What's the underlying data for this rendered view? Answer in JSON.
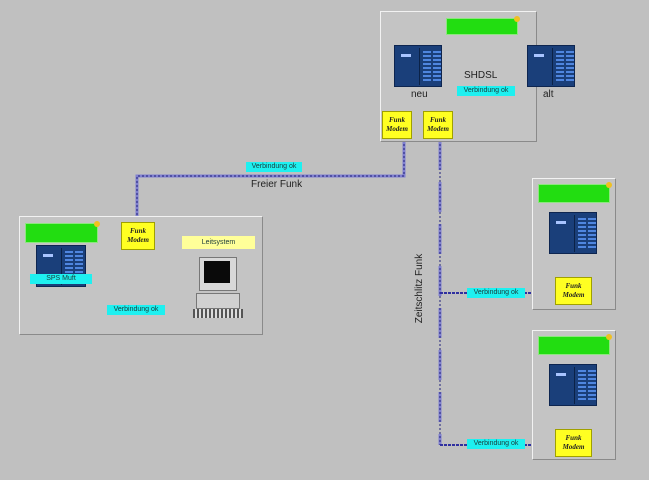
{
  "stations": {
    "main": {
      "plc_new_label": "neu",
      "plc_old_label": "alt",
      "link_label": "SHDSL",
      "link_status": "Verbindung ok",
      "modems": [
        "Funk\nModem",
        "Funk\nModem"
      ]
    },
    "left": {
      "plc_label": "SPS Muft",
      "modem": "Funk\nModem",
      "pc_label": "Leitsystem",
      "link_status": "Verbindung ok"
    },
    "right_1": {
      "modem": "Funk\nModem",
      "link_status": "Verbindung ok"
    },
    "right_2": {
      "modem": "Funk\nModem",
      "link_status": "Verbindung ok"
    }
  },
  "links": {
    "free_radio_label": "Freier Funk",
    "free_radio_status": "Verbindung ok",
    "timeslot_radio_label": "Zeitschlitz Funk"
  },
  "colors": {
    "background": "#c0c0c0",
    "status_ok": "#22dd11",
    "badge": "#1ef0f0",
    "modem": "#ffff22",
    "plc": "#1a3f7a",
    "radio_line": "#3030a0",
    "cable_line": "#e05020"
  }
}
